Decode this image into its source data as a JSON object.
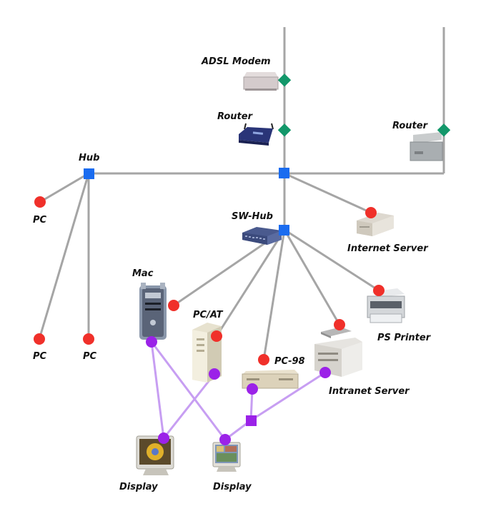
{
  "colors": {
    "network_link": "#a5a5a5",
    "display_link": "#c79ef2",
    "modem_node": "#13976a",
    "hub_node": "#1a6cf0",
    "device_node": "#f0302a",
    "display_node": "#9b22e8",
    "background": "#ffffff"
  },
  "labels": {
    "adsl_modem": "ADSL Modem",
    "router_main": "Router",
    "router_right": "Router",
    "hub": "Hub",
    "sw_hub": "SW-Hub",
    "internet_server": "Internet Server",
    "pc_left": "PC",
    "pc_bottom_1": "PC",
    "pc_bottom_2": "PC",
    "mac": "Mac",
    "pc_at": "PC/AT",
    "pc_98": "PC-98",
    "ps_printer": "PS Printer",
    "intranet_server": "Intranet Server",
    "display_1": "Display",
    "display_2": "Display"
  },
  "icons": {
    "modem": "adsl-modem-icon",
    "router_main": "router-icon",
    "router_right": "router-icon",
    "sw_hub": "switching-hub-icon",
    "internet_server": "server-icon",
    "mac": "mac-tower-icon",
    "pc_at": "pc-tower-icon",
    "pc_98": "desktop-pc-icon",
    "printer": "printer-icon",
    "intranet_server": "server-keyboard-icon",
    "display_1": "crt-monitor-icon",
    "display_2": "crt-monitor-icon"
  }
}
